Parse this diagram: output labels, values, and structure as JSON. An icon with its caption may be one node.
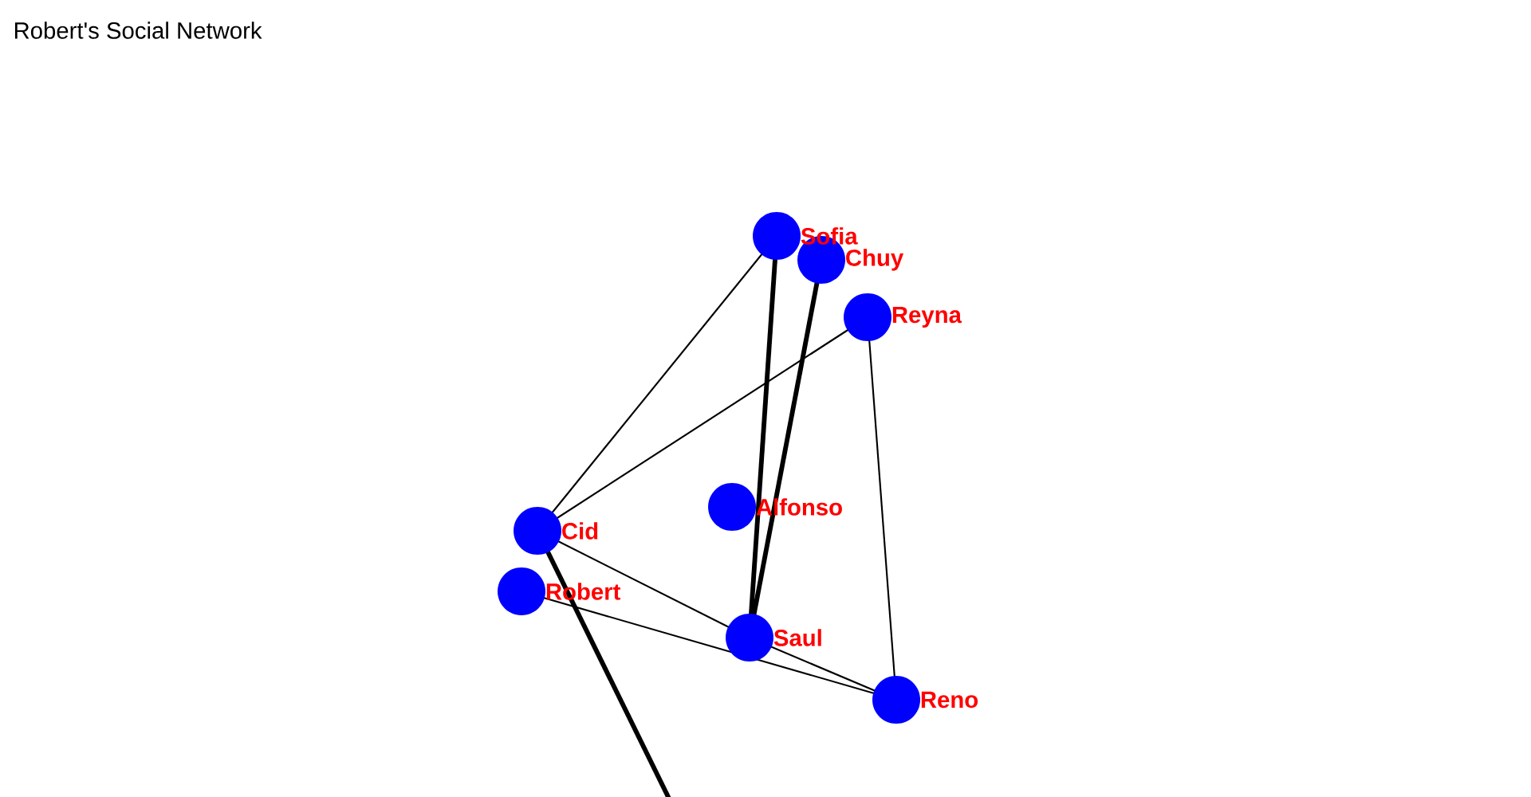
{
  "diagram": {
    "title": "Robert's Social Network",
    "nodes": [
      {
        "text": [
          "Sofia"
        ]
      },
      {
        "text": [
          "Chuy"
        ]
      },
      {
        "text": [
          "Reyna"
        ]
      },
      {
        "text": [
          "Alfonso"
        ]
      },
      {
        "text": [
          "Cid"
        ]
      },
      {
        "text": [
          "Robert"
        ]
      },
      {
        "text": [
          "Saul"
        ]
      },
      {
        "text": [
          "Reno"
        ]
      }
    ],
    "edges": [
      {
        "from": 0,
        "to": 4,
        "arrow": "none"
      },
      {
        "from": 0,
        "to": 6,
        "arrow": "none",
        "style": "thick"
      },
      {
        "from": 1,
        "to": 6,
        "arrow": "none",
        "style": "thick"
      },
      {
        "from": 2,
        "to": 4,
        "arrow": "none"
      },
      {
        "from": 2,
        "to": 7,
        "arrow": "none"
      },
      {
        "from": 4,
        "to": 6,
        "arrow": "none"
      },
      {
        "from": 6,
        "to": 7,
        "arrow": "none"
      },
      {
        "from": 5,
        "to": 7,
        "arrow": "none"
      },
      {
        "from": 4,
        "to": null,
        "arrow": "none",
        "style": "thick"
      }
    ]
  }
}
